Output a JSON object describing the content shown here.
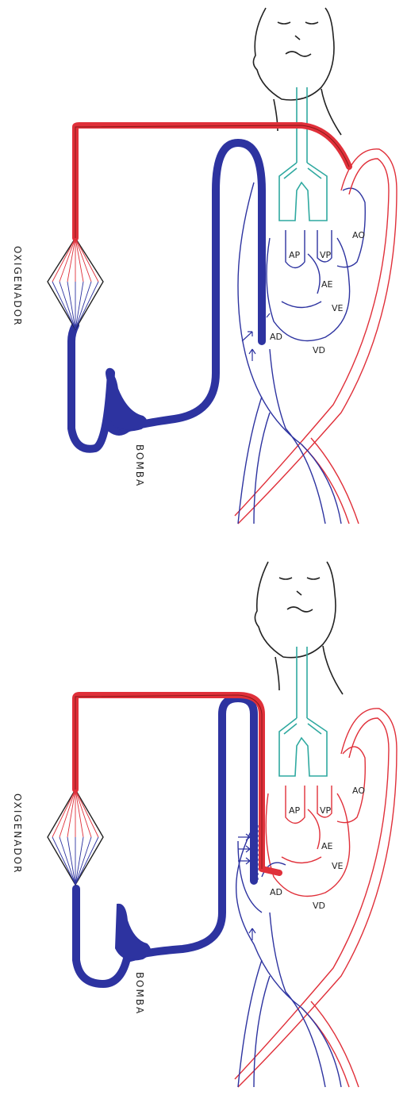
{
  "colors": {
    "arterial": "#e0303a",
    "venous": "#2d33a0",
    "airway": "#2fa9a0",
    "outline": "#222222",
    "paper": "#ffffff"
  },
  "panels": [
    {
      "oxygenator_label": "OXIGENADOR",
      "pump_label": "BOMBA",
      "labels": {
        "ap": "AP",
        "vp": "VP",
        "ao": "AO",
        "ae": "AE",
        "ve": "VE",
        "ad": "AD",
        "vd": "VD"
      }
    },
    {
      "oxygenator_label": "OXIGENADOR",
      "pump_label": "BOMBA",
      "labels": {
        "ap": "AP",
        "vp": "VP",
        "ao": "AO",
        "ae": "AE",
        "ve": "VE",
        "ad": "AD",
        "vd": "VD"
      }
    }
  ]
}
